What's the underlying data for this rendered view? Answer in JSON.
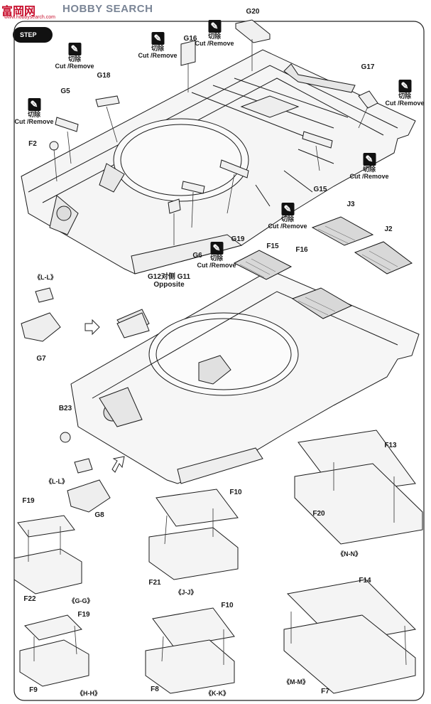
{
  "watermark": {
    "brand": "富岡网",
    "site": "HOBBY SEARCH",
    "sub": "www.hobbysearch.com"
  },
  "step": {
    "label": "STEP"
  },
  "cut_label": {
    "zh": "切除",
    "en": "Cut /Remove"
  },
  "opposite": {
    "label": "G12对侧 G11",
    "en": "Opposite"
  },
  "parts_top": [
    "G20",
    "G16",
    "G18",
    "G5",
    "F2",
    "G17",
    "G15",
    "G19",
    "G6"
  ],
  "parts_mid": [
    "J3",
    "J2",
    "F15",
    "F16",
    "G7",
    "B23",
    "G8"
  ],
  "parts_boxes": [
    "F19",
    "F22",
    "F10",
    "F21",
    "F13",
    "F20",
    "F14",
    "F9",
    "F8",
    "F7"
  ],
  "sections": [
    "《L-L》",
    "《L-L》",
    "《G-G》",
    "《J-J》",
    "《N-N》",
    "《H-H》",
    "《K-K》",
    "《M-M》"
  ]
}
